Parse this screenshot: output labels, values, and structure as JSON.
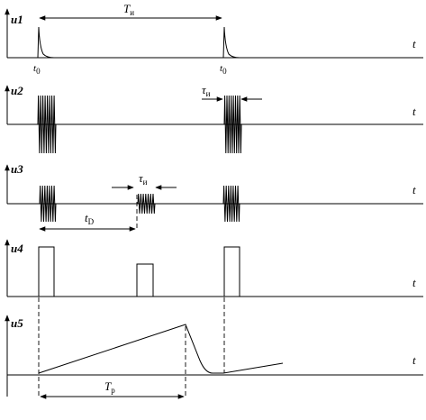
{
  "axes": [
    {
      "id": "u1",
      "label": "u1",
      "t_label": "t"
    },
    {
      "id": "u2",
      "label": "u2",
      "t_label": "t"
    },
    {
      "id": "u3",
      "label": "u3",
      "t_label": "t"
    },
    {
      "id": "u4",
      "label": "u4",
      "t_label": "t"
    },
    {
      "id": "u5",
      "label": "u5",
      "t_label": "t"
    }
  ],
  "annotations": {
    "t_period": {
      "main": "T",
      "sub": "и"
    },
    "t0_left": {
      "main": "t",
      "sub": "0"
    },
    "t0_right": {
      "main": "t",
      "sub": "0"
    },
    "tau_u2": {
      "main": "τ",
      "sub": "и"
    },
    "tau_u3": {
      "main": "τ",
      "sub": "и"
    },
    "t_delay": {
      "main": "t",
      "sub": "D"
    },
    "t_ramp": {
      "main": "T",
      "sub": "p"
    }
  }
}
